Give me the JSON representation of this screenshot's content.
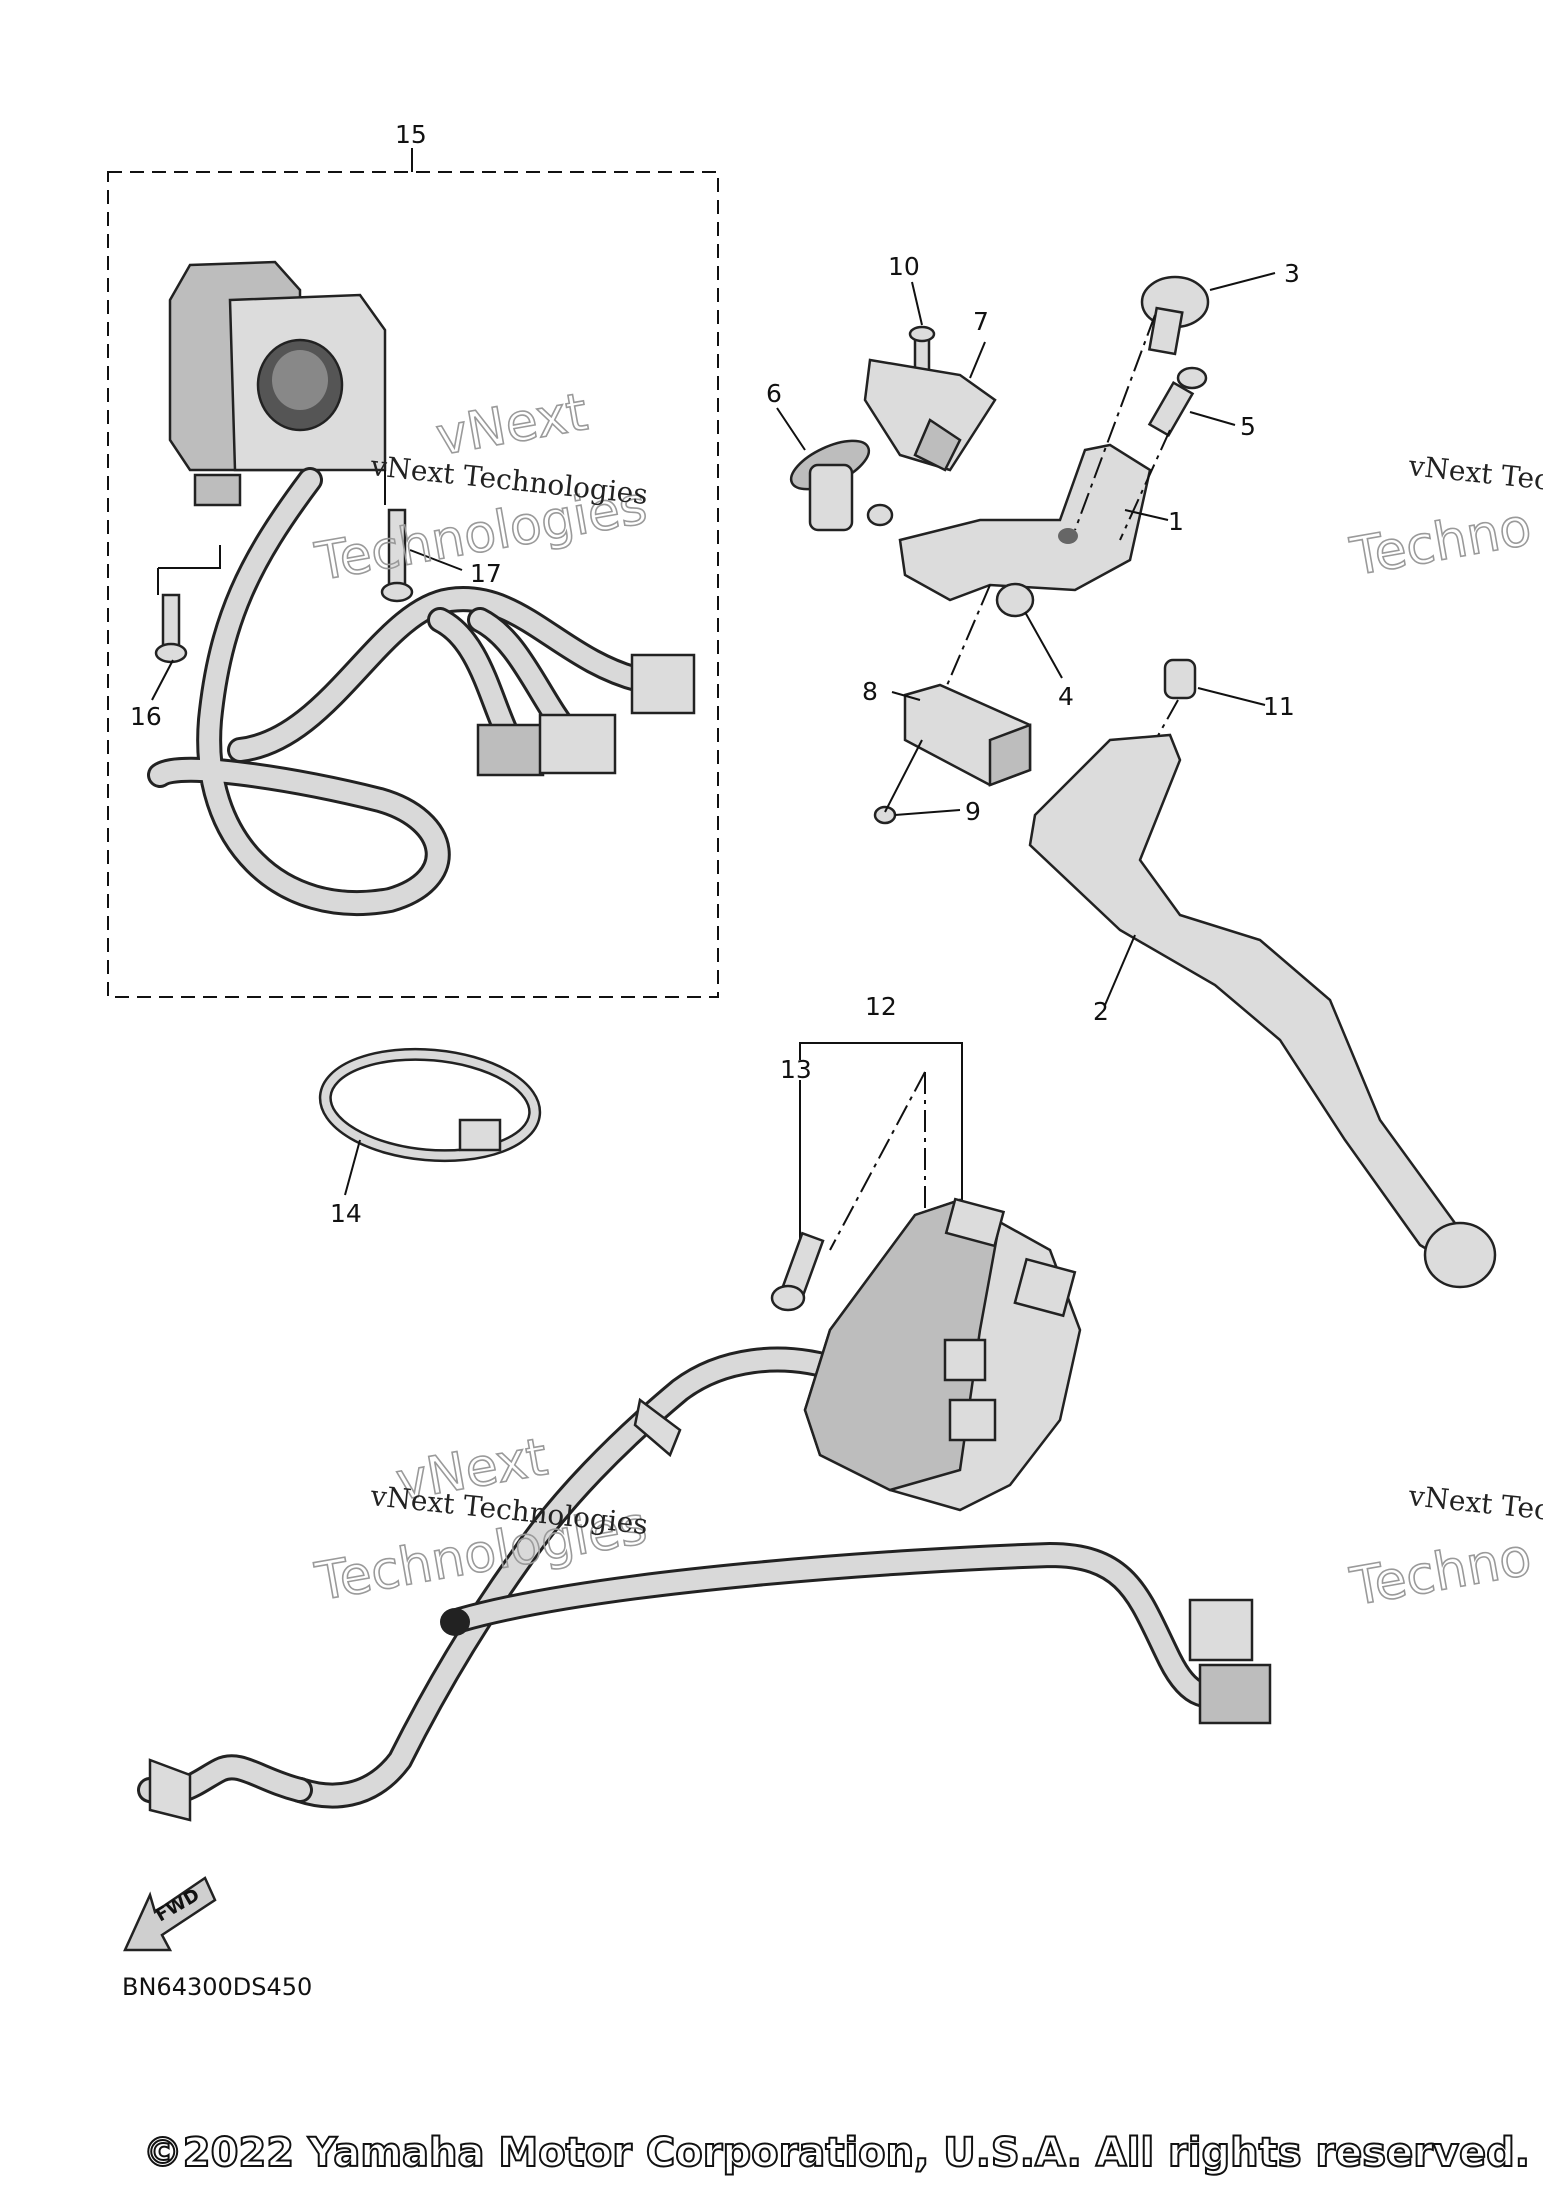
{
  "callouts": {
    "c1": "1",
    "c2": "2",
    "c3": "3",
    "c4": "4",
    "c5": "5",
    "c6": "6",
    "c7": "7",
    "c8": "8",
    "c9": "9",
    "c10": "10",
    "c11": "11",
    "c12": "12",
    "c13": "13",
    "c14": "14",
    "c15": "15",
    "c16": "16",
    "c17": "17"
  },
  "watermarks": {
    "line1": "vNext Technologies",
    "line2": "vNext",
    "line3": "Technologies",
    "line_partial1": "vNext Tec",
    "line_partial2": "Techno"
  },
  "fwd_label": "FWD",
  "diagram_code": "BN64300DS450",
  "copyright": "©2022 Yamaha Motor Corporation, U.S.A. All rights reserved."
}
